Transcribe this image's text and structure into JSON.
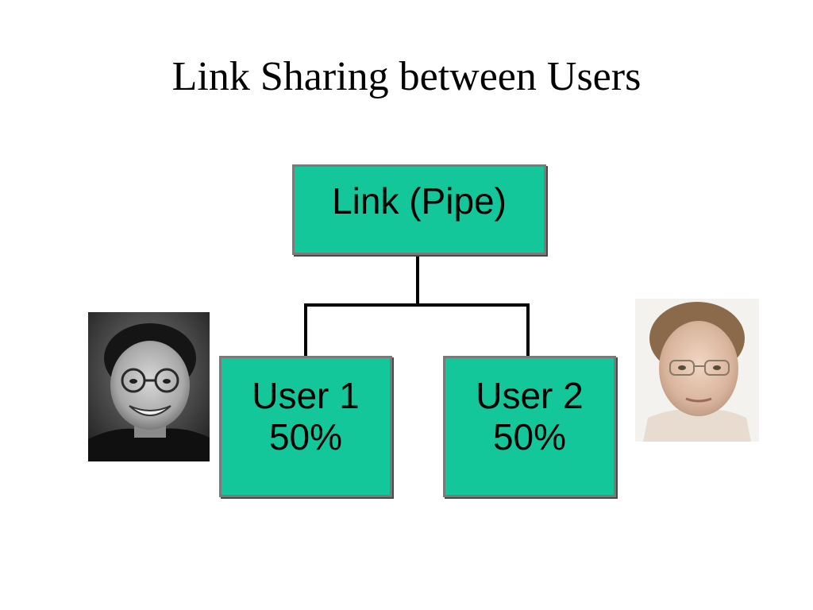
{
  "slide": {
    "title": "Link Sharing between Users"
  },
  "diagram": {
    "root": {
      "label": "Link (Pipe)"
    },
    "children": [
      {
        "label": "User 1",
        "share": "50%"
      },
      {
        "label": "User 2",
        "share": "50%"
      }
    ]
  },
  "colors": {
    "node_fill": "#14c79a",
    "node_border": "#7a7a7a",
    "connector": "#000000"
  },
  "photos": [
    {
      "icon": "portrait-photo-bw"
    },
    {
      "icon": "portrait-photo-color"
    }
  ]
}
